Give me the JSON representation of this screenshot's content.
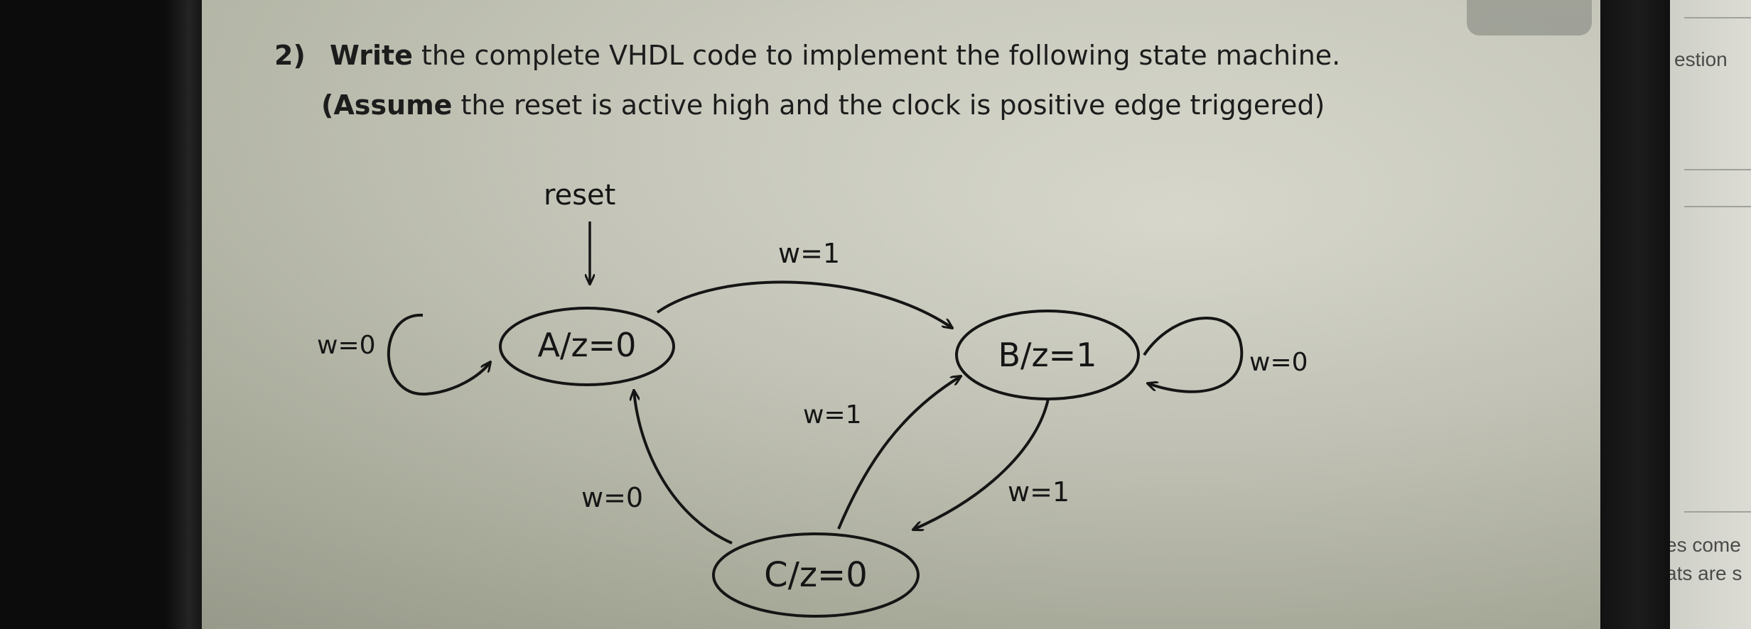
{
  "question": {
    "number": "2)",
    "line1_bold": "Write",
    "line1_rest": " the complete VHDL code to implement the following state machine.",
    "line2_bold": "(Assume",
    "line2_rest": " the reset is active high and the clock is positive edge triggered)"
  },
  "diagram": {
    "reset_label": "reset",
    "states": [
      {
        "id": "A",
        "label": "A/z=0"
      },
      {
        "id": "B",
        "label": "B/z=1"
      },
      {
        "id": "C",
        "label": "C/z=0"
      }
    ],
    "transitions": [
      {
        "from": "A",
        "to": "A",
        "label": "w=0"
      },
      {
        "from": "A",
        "to": "B",
        "label": "w=1"
      },
      {
        "from": "B",
        "to": "B",
        "label": "w=0"
      },
      {
        "from": "C",
        "to": "B",
        "label": "w=1"
      },
      {
        "from": "B",
        "to": "C",
        "label": "w=1"
      },
      {
        "from": "C",
        "to": "A",
        "label": "w=0"
      }
    ]
  },
  "side_panel": {
    "top_text": "estion",
    "bottom_text_1": "es come",
    "bottom_text_2": "ats are s"
  },
  "colors": {
    "ink": "#151515",
    "screen": "#c5c6b8",
    "bezel": "#0c0c0c"
  }
}
